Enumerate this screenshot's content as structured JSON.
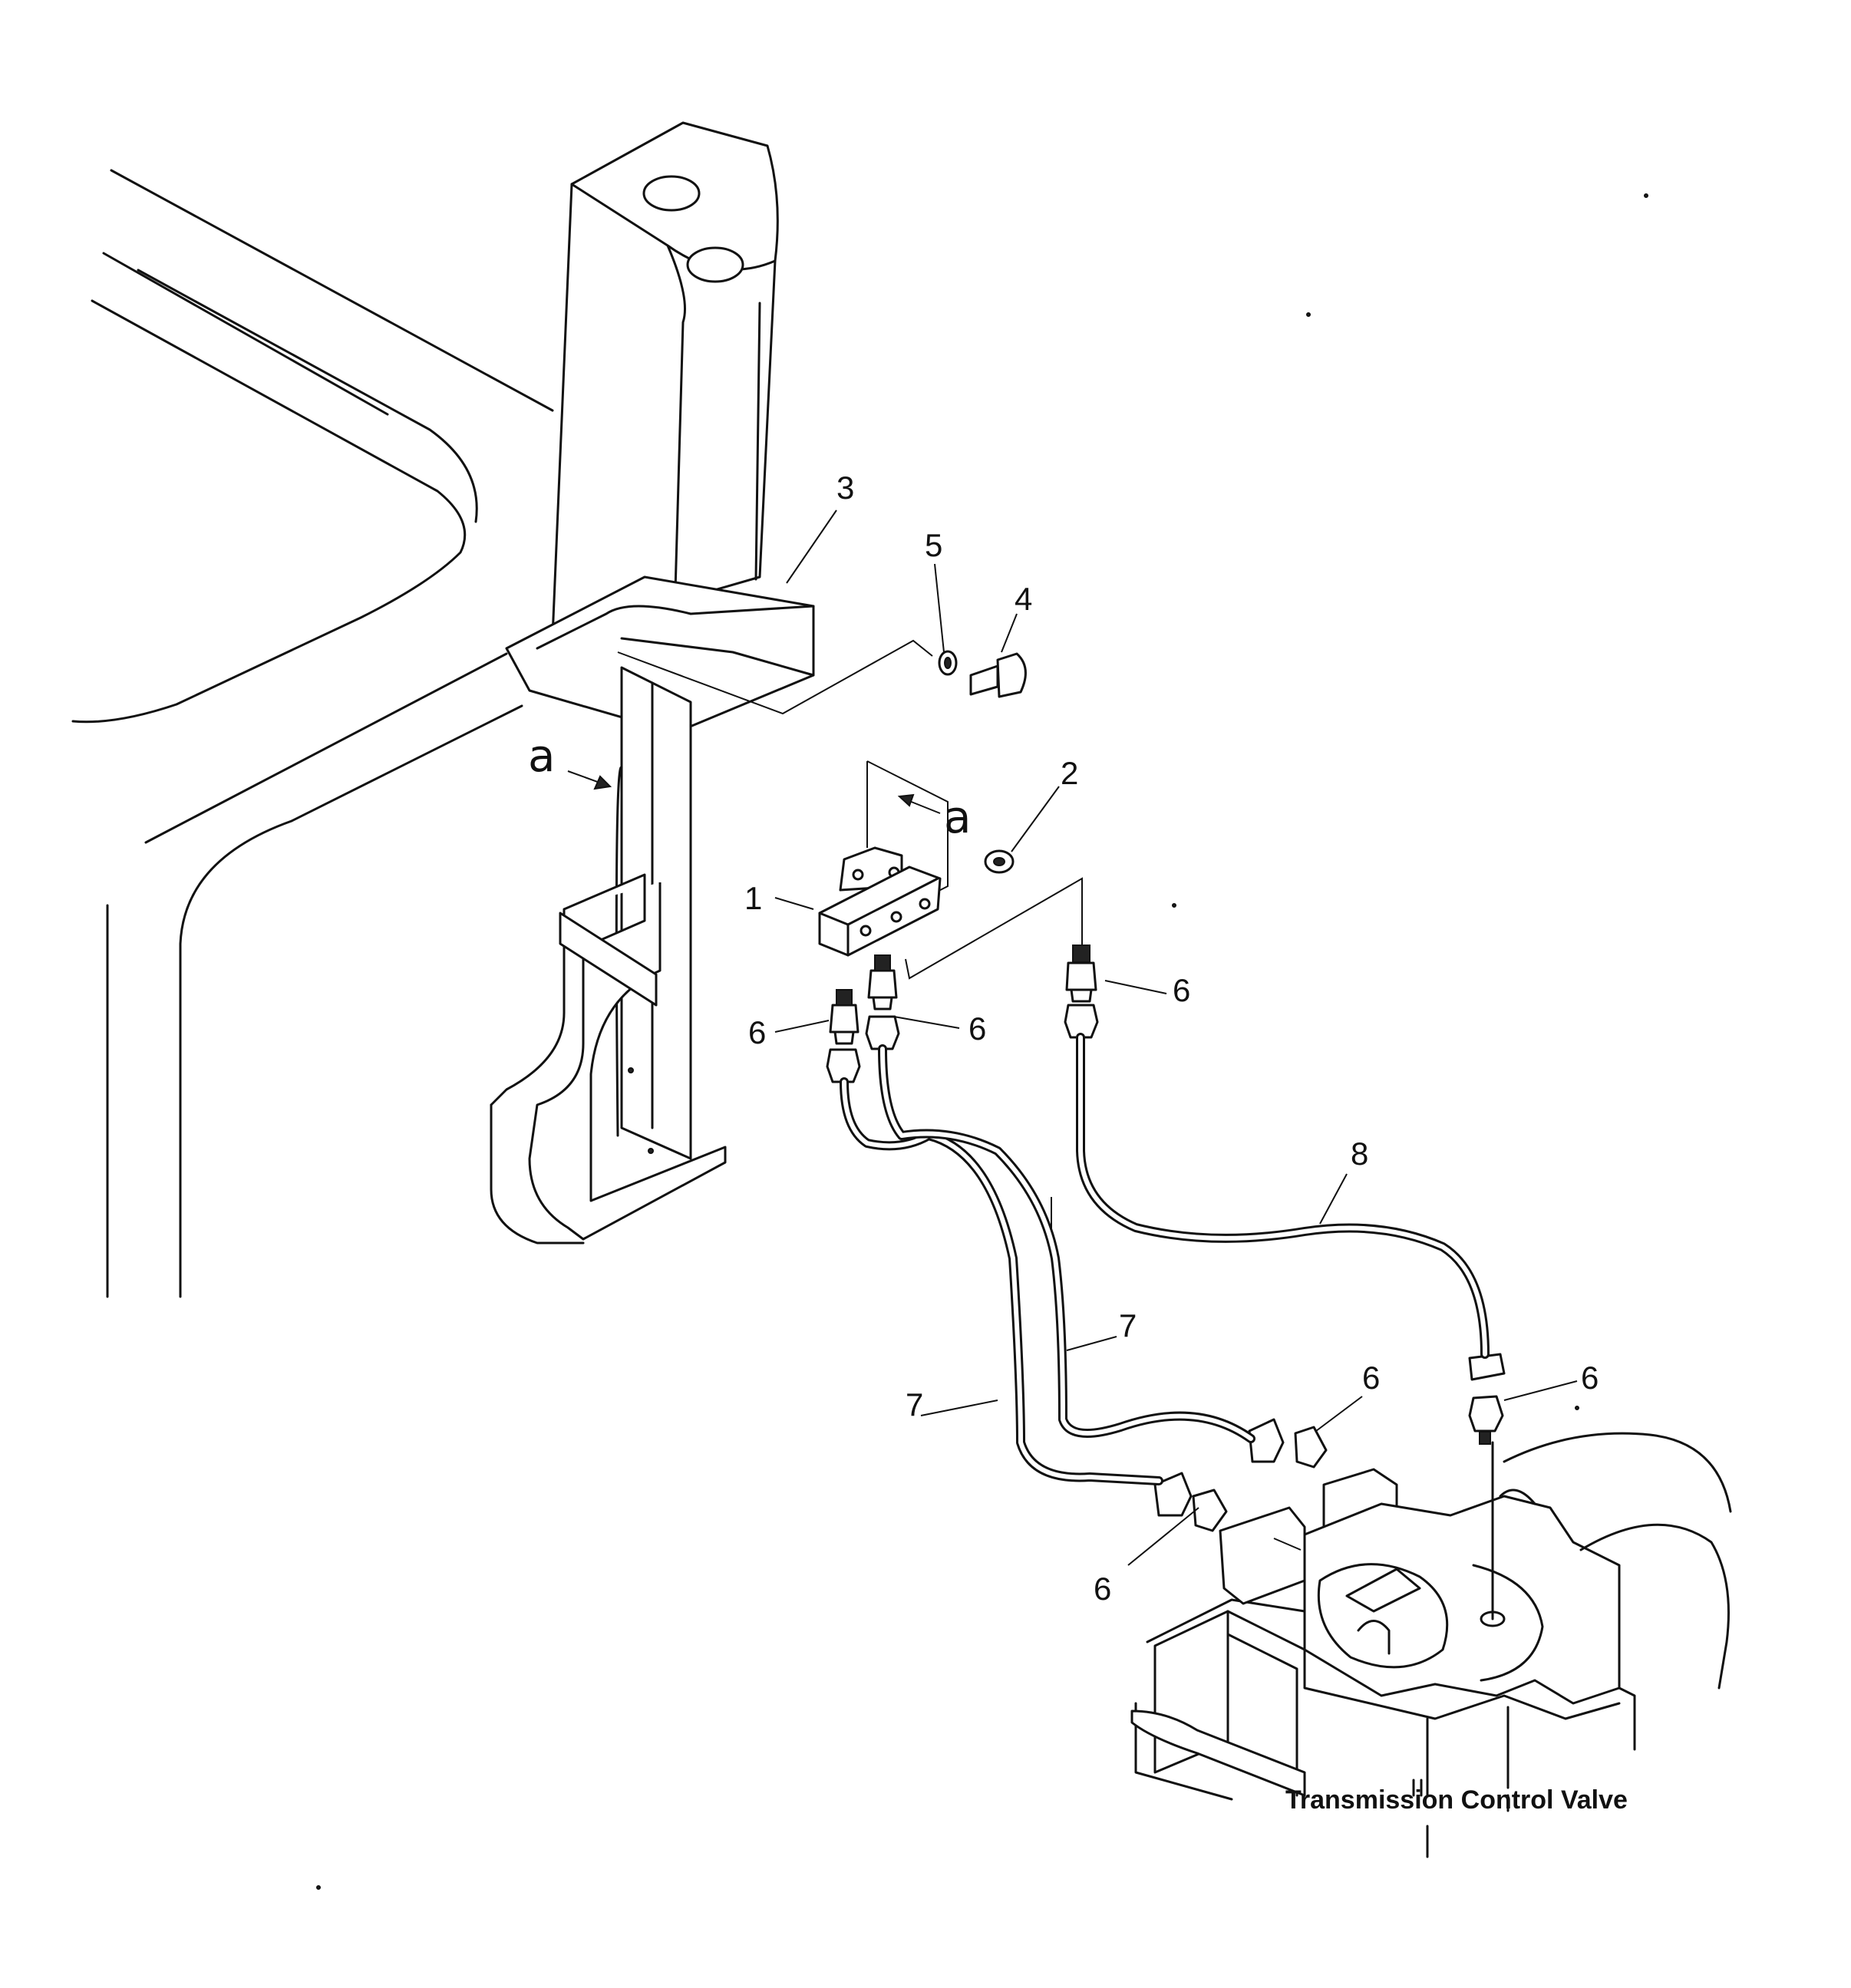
{
  "callouts": {
    "c1": "1",
    "c2": "2",
    "c3": "3",
    "c4": "4",
    "c5": "5",
    "c6": "6",
    "c7": "7",
    "c8": "8"
  },
  "view_marker": "a",
  "caption": "Transmission Control Valve"
}
